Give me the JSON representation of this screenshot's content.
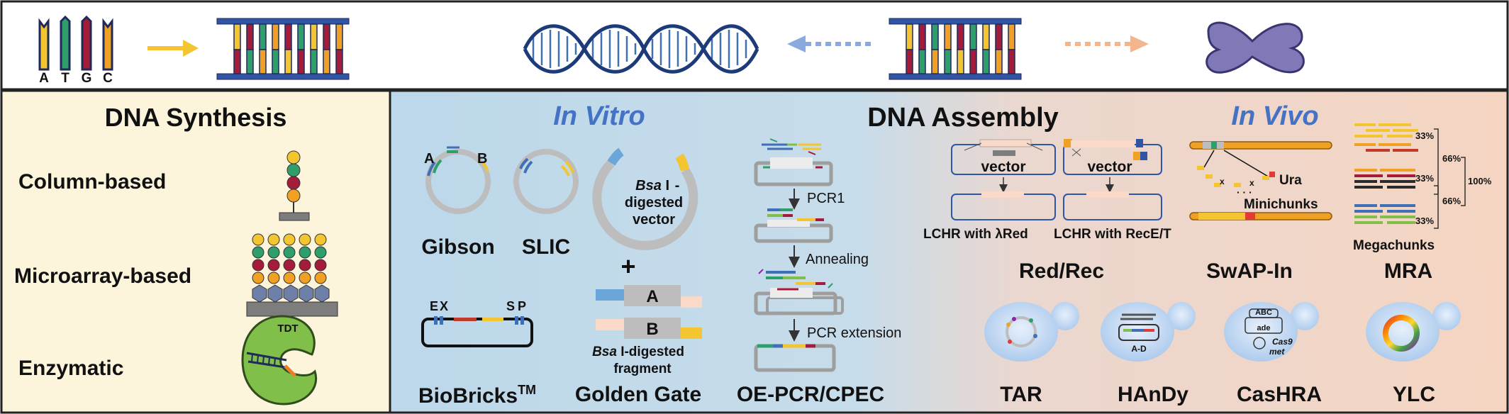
{
  "top_strip": {
    "nucleotides": [
      "A",
      "T",
      "G",
      "C"
    ]
  },
  "panels": {
    "synthesis": {
      "title": "DNA Synthesis",
      "methods": [
        {
          "label": "Column-based"
        },
        {
          "label": "Microarray-based"
        },
        {
          "label": "Enzymatic"
        }
      ],
      "enzyme_label": "TDT"
    },
    "assembly": {
      "title": "DNA Assembly",
      "in_vitro_label": "In Vitro",
      "in_vivo_label": "In Vivo"
    }
  },
  "in_vitro": {
    "gibson": {
      "name": "Gibson",
      "end_a": "A",
      "end_b": "B"
    },
    "slic": {
      "name": "SLIC"
    },
    "biobricks": {
      "name": "BioBricks",
      "superscript": "TM",
      "site_e": "E",
      "site_x": "X",
      "site_s": "S",
      "site_p": "P"
    },
    "golden_gate": {
      "name": "Golden Gate",
      "enzyme": "Bsa",
      "roman": "I",
      "vector_line1": "-",
      "vector_line2": "digested",
      "vector_line3": "vector",
      "plus": "+",
      "frag_a": "A",
      "frag_b": "B",
      "fragment_suffix": "-digested",
      "fragment_line2": "fragment"
    },
    "oe_pcr": {
      "name": "OE-PCR/CPEC",
      "step1": "PCR1",
      "step2": "Annealing",
      "step3": "PCR extension"
    }
  },
  "in_vivo": {
    "red_rec": {
      "name": "Red/Rec",
      "vector_label_1": "vector",
      "vector_label_2": "vector",
      "caption_1": "LCHR with λRed",
      "caption_2": "LCHR with  RecE/T"
    },
    "swap_in": {
      "name": "SwAP-In",
      "marker": "Ura",
      "caption": "Minichunks",
      "dots": "· · ·",
      "x_mark": "x"
    },
    "mra": {
      "name": "MRA",
      "caption": "Megachunks",
      "pct_top": "33%",
      "pct_mid": "33%",
      "pct_bottom": "33%",
      "pct_pair_1": "66%",
      "pct_pair_2": "66%",
      "pct_total": "100%"
    },
    "tar": {
      "name": "TAR"
    },
    "handy": {
      "name": "HAnDy",
      "label": "A-D"
    },
    "cashra": {
      "name": "CasHRA",
      "label_abc": "ABC",
      "label_ade": "ade",
      "label_cas9": "Cas9",
      "label_met": "met"
    },
    "ylc": {
      "name": "YLC"
    }
  },
  "colors": {
    "yellow": "#F2C531",
    "green": "#2E9E6A",
    "red": "#A51C3A",
    "orange": "#F0A023",
    "blue_dark": "#263F8B",
    "blue_mid": "#3F6FB4",
    "grey": "#BDBDBD",
    "synthesis_bg": "#FDF5DB",
    "in_vitro_bg": "#BCD8EA",
    "in_vivo_bg": "#F5D8C5",
    "in_vitro_text": "#4472C4"
  }
}
